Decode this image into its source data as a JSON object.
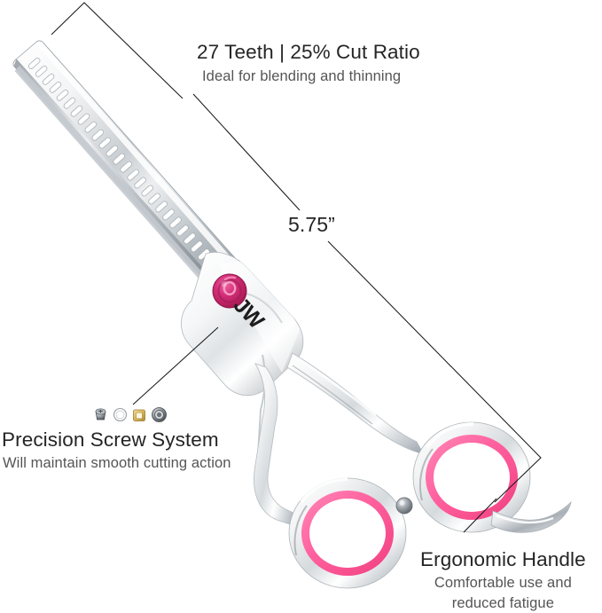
{
  "product": {
    "brand": "JW",
    "type": "thinning-shear",
    "overall_background": "#ffffff"
  },
  "callouts": {
    "teeth": {
      "title": "27 Teeth | 25% Cut Ratio",
      "subtitle": "Ideal for blending and thinning"
    },
    "length": {
      "title": "5.75”"
    },
    "screw": {
      "title": "Precision Screw System",
      "subtitle": "Will maintain smooth cutting action"
    },
    "handle": {
      "title": "Ergonomic Handle",
      "subtitle_line1": "Comfortable use and",
      "subtitle_line2": "reduced fatigue"
    }
  },
  "blade": {
    "logo_text": "JW",
    "teeth_count": 27
  },
  "screw_parts": [
    {
      "name": "screw-head",
      "color": "#6e6e6e"
    },
    {
      "name": "washer-ring",
      "color": "#f2f2f2"
    },
    {
      "name": "gold-square-washer",
      "color": "#d4b15f"
    },
    {
      "name": "lock-nut",
      "color": "#5e5e5e"
    }
  ],
  "colors": {
    "title_text": "#252525",
    "subtitle_text": "#555555",
    "leader_line": "#1a1a1a",
    "handle_insert_pink": "#ff5f9e",
    "tension_jewel": "#c42a6b",
    "steel_light": "#ffffff",
    "steel_mid": "#d9dcdf",
    "steel_dark": "#6d7378"
  }
}
